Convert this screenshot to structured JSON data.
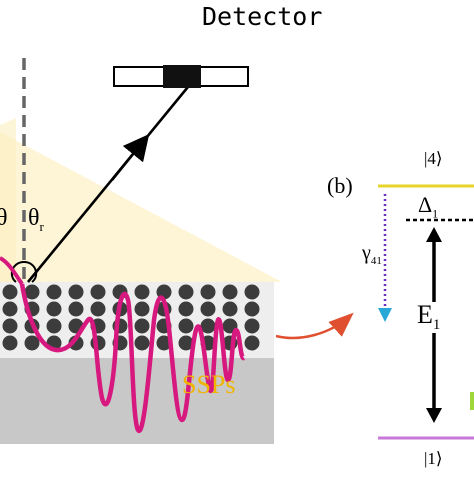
{
  "detector": {
    "label": "Detector"
  },
  "panel_a": {
    "angle_incident": "θ",
    "angle_reflected": "θ",
    "angle_reflected_sub": "r",
    "wave_label": "SSPs"
  },
  "panel_b": {
    "panel_label": "(b)",
    "state_top": "|4⟩",
    "state_bottom": "|1⟩",
    "detuning": "Δ",
    "detuning_sub": "1",
    "decay": "γ",
    "decay_sub": "41",
    "energy": "E",
    "energy_sub": "1"
  },
  "colors": {
    "prism": "#fdf5d6",
    "wave": "#d6187f",
    "substrate": "#c8c8c8",
    "particles": "#3c3c3c",
    "upper_level": "#e6d42a",
    "lower_level": "#c878d8",
    "decay_arrow": "#6a2cc0",
    "decay_head": "#29a8d8",
    "coupling_arrow": "#e05030",
    "ssp_text": "#f0b400"
  }
}
